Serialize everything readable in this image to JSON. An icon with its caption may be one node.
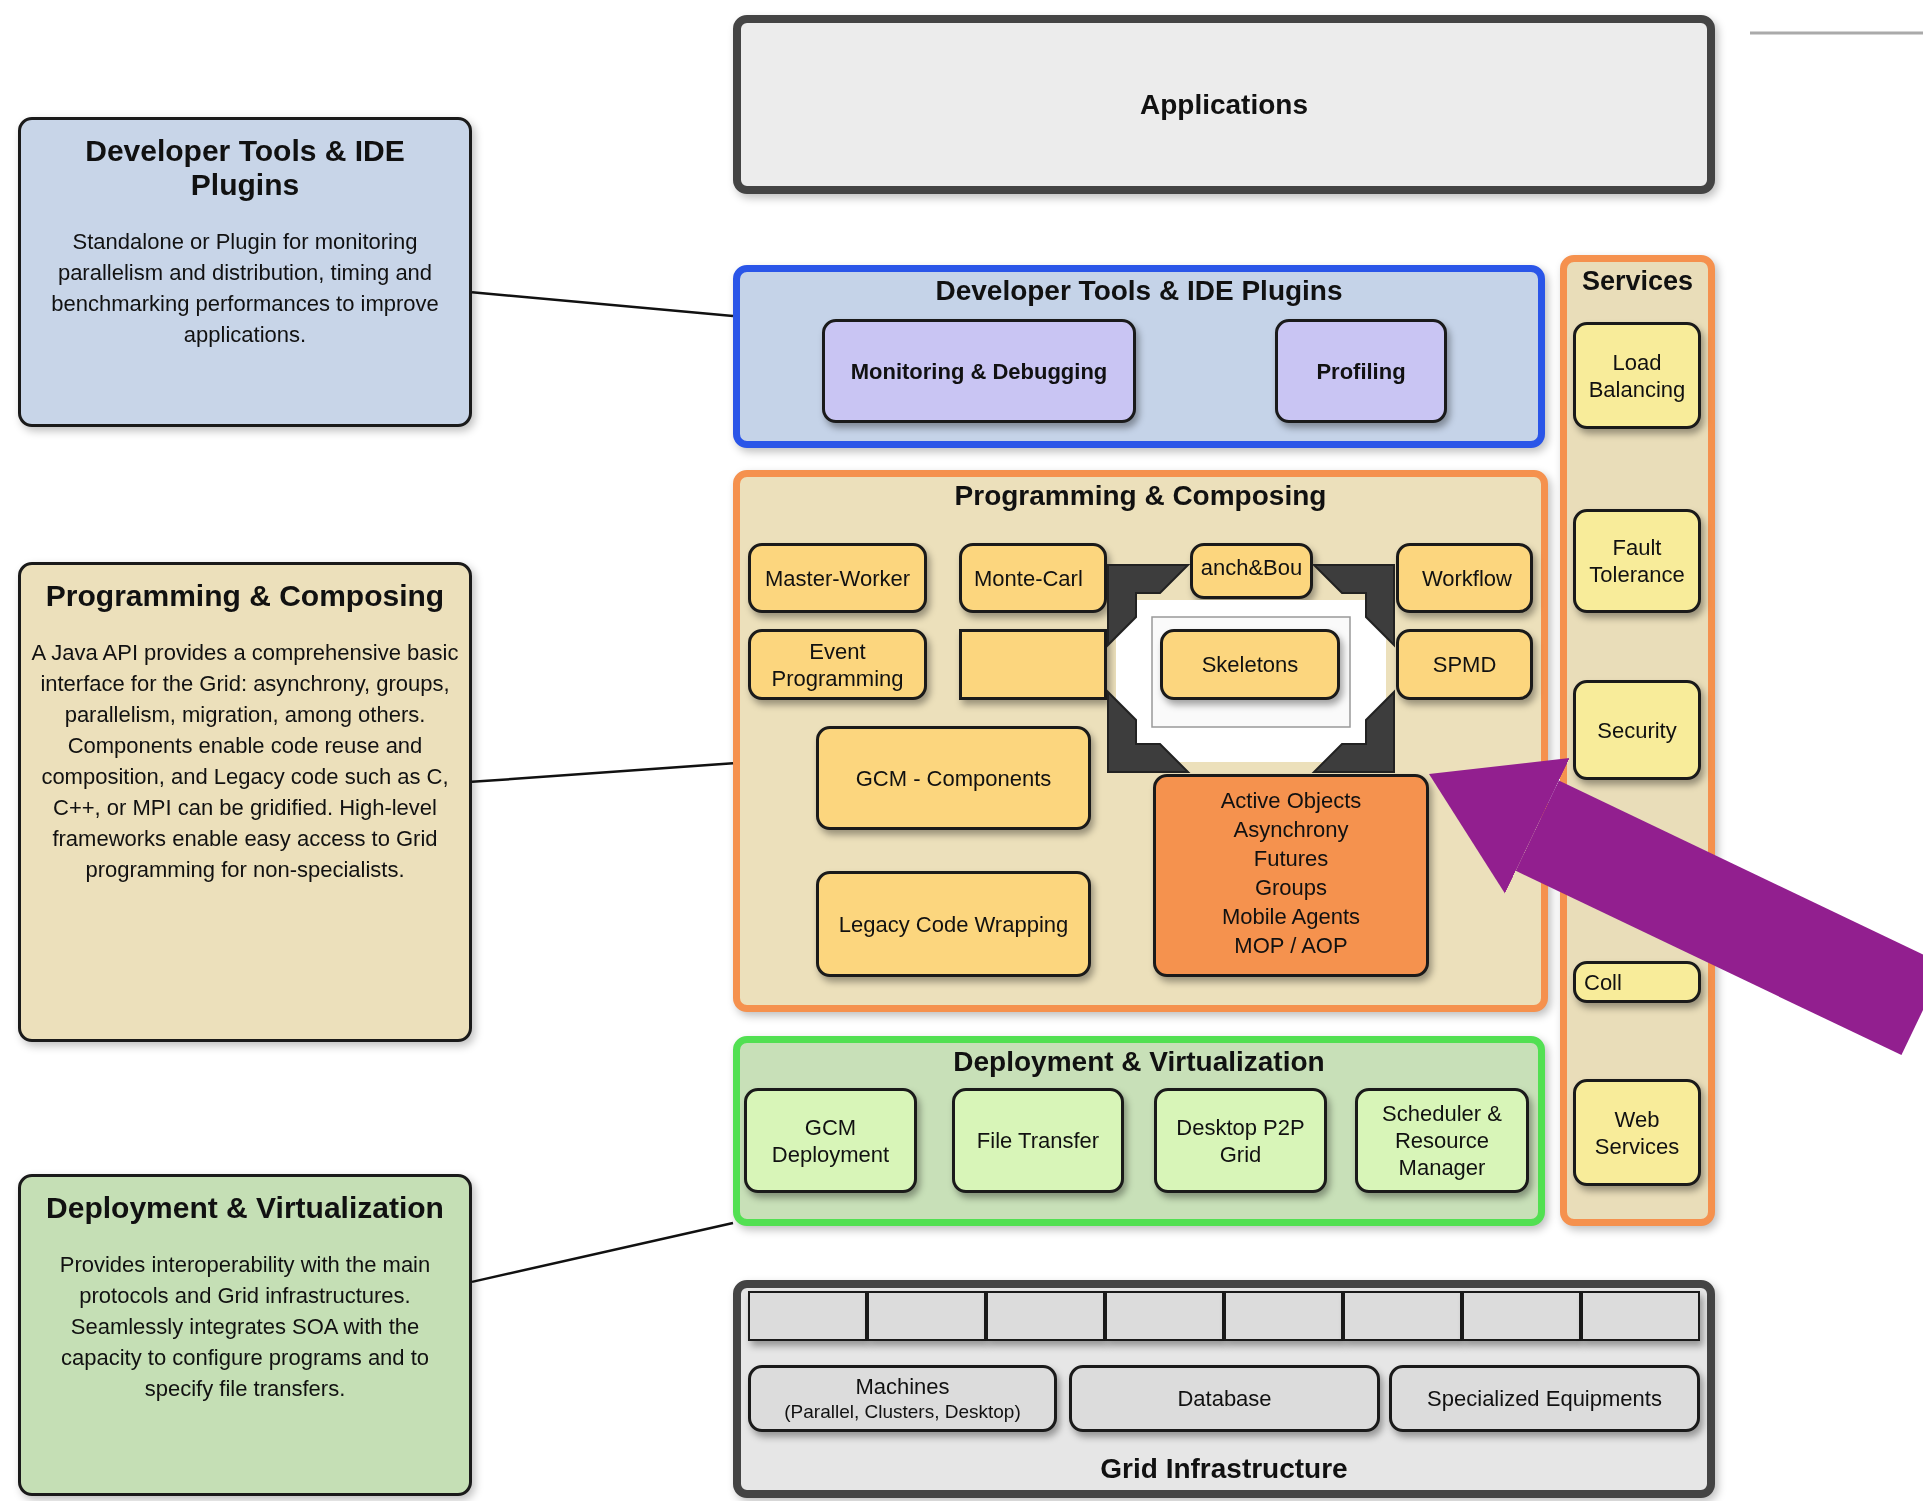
{
  "diagram": {
    "nodes": [
      {
        "text": [
          "Applications"
        ]
      },
      {
        "text": [
          "Developer Tools & IDE Plugins",
          "Standalone or Plugin for monitoring parallelism and distribution, timing and benchmarking performances to improve applications."
        ]
      },
      {
        "text": [
          "Developer Tools & IDE Plugins"
        ]
      },
      {
        "text": [
          "Monitoring & Debugging"
        ],
        "in": 2
      },
      {
        "text": [
          "Profiling"
        ],
        "in": 2
      },
      {
        "text": [
          "Services"
        ]
      },
      {
        "text": [
          "Load Balancing"
        ],
        "in": 5
      },
      {
        "text": [
          "Fault Tolerance"
        ],
        "in": 5
      },
      {
        "text": [
          "Security"
        ],
        "in": 5
      },
      {
        "text": [
          "Coll"
        ],
        "in": 5
      },
      {
        "text": [
          "Web Services"
        ],
        "in": 5
      },
      {
        "text": [
          "Programming & Composing",
          "A Java API provides a comprehensive basic interface for the Grid: asynchrony, groups, parallelism, migration, among others. Components enable code reuse and composition, and Legacy code such as C, C++, or MPI can be gridified. High-level frameworks enable easy access to Grid programming for non-specialists."
        ]
      },
      {
        "text": [
          "Programming & Composing"
        ]
      },
      {
        "text": [
          "Master-Worker"
        ],
        "in": 12
      },
      {
        "text": [
          "Monte-Carl"
        ],
        "in": 12
      },
      {
        "text": [
          "anch&Bou"
        ],
        "in": 12
      },
      {
        "text": [
          "Workflow"
        ],
        "in": 12
      },
      {
        "text": [
          "Event Programming"
        ],
        "in": 12
      },
      {
        "text": [],
        "shape": "box",
        "in": 12
      },
      {
        "text": [
          "Skeletons"
        ],
        "in": 12
      },
      {
        "text": [
          "SPMD"
        ],
        "in": 12
      },
      {
        "text": [
          "GCM - Components"
        ],
        "in": 12
      },
      {
        "text": [
          "Active Objects",
          "Asynchrony",
          "Futures",
          "Groups",
          "Mobile Agents",
          "MOP / AOP"
        ],
        "in": 12
      },
      {
        "text": [
          "Legacy Code Wrapping"
        ],
        "in": 12
      },
      {
        "text": [
          "Deployment & Virtualization",
          "Provides interoperability with the main protocols and Grid infrastructures. Seamlessly integrates SOA with the capacity to configure programs and to specify file transfers."
        ]
      },
      {
        "text": [
          "Deployment & Virtualization"
        ]
      },
      {
        "text": [
          "GCM Deployment"
        ],
        "in": 25
      },
      {
        "text": [
          "File Transfer"
        ],
        "in": 25
      },
      {
        "text": [
          "Desktop P2P Grid"
        ],
        "in": 25
      },
      {
        "text": [
          "Scheduler & Resource Manager"
        ],
        "in": 25
      },
      {
        "text": [
          "Grid Infrastructure"
        ]
      },
      {
        "text": [],
        "shape": "box",
        "in": 30
      },
      {
        "text": [],
        "shape": "box",
        "in": 30
      },
      {
        "text": [],
        "shape": "box",
        "in": 30
      },
      {
        "text": [],
        "shape": "box",
        "in": 30
      },
      {
        "text": [],
        "shape": "box",
        "in": 30
      },
      {
        "text": [],
        "shape": "box",
        "in": 30
      },
      {
        "text": [],
        "shape": "box",
        "in": 30
      },
      {
        "text": [],
        "shape": "box",
        "in": 30
      },
      {
        "text": [
          "Machines",
          "(Parallel, Clusters, Desktop)"
        ],
        "in": 30
      },
      {
        "text": [
          "Database"
        ],
        "in": 30
      },
      {
        "text": [
          "Specialized Equipments"
        ],
        "in": 30
      }
    ],
    "edges": [
      {
        "from": 1,
        "to": 2,
        "arrow": "none"
      },
      {
        "from": 11,
        "to": 12,
        "arrow": "none"
      },
      {
        "from": 24,
        "to": 25,
        "arrow": "none"
      },
      {
        "from": null,
        "to": 22,
        "arrow": "to",
        "style": "thick",
        "color": "#921f8f"
      }
    ]
  }
}
